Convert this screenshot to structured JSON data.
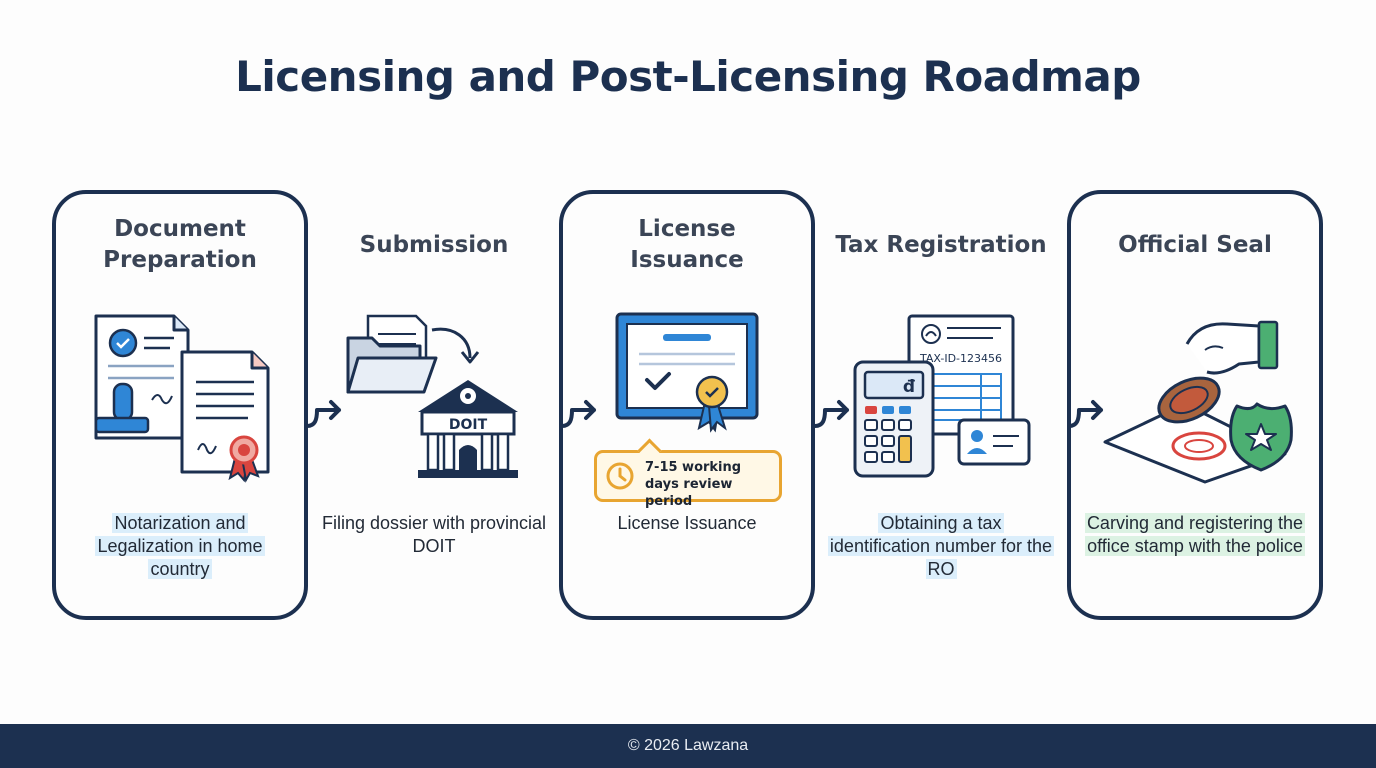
{
  "title": "Licensing and Post-Licensing Roadmap",
  "steps": [
    {
      "title": "Document Preparation",
      "description": "Notarization and Legalization in home country",
      "highlight": "#dbeefb"
    },
    {
      "title": "Submission",
      "description": "Filing dossier with provincial DOIT",
      "building_label": "DOIT"
    },
    {
      "title": "License Issuance",
      "description": "License Issuance",
      "callout": "7-15 working days review period"
    },
    {
      "title": "Tax Registration",
      "description": "Obtaining a tax identification number for the RO",
      "tax_id": "TAX-ID-123456",
      "calculator_symbol": "đ",
      "highlight": "#dbeefb"
    },
    {
      "title": "Official Seal",
      "description": "Carving and registering the office stamp with the police",
      "highlight": "#dcf2e3"
    }
  ],
  "footer": "© 2026 Lawzana",
  "colors": {
    "navy": "#1c3050",
    "blue": "#2f86d6",
    "orange": "#e8a531",
    "red": "#d9453f",
    "green": "#4caf72"
  }
}
